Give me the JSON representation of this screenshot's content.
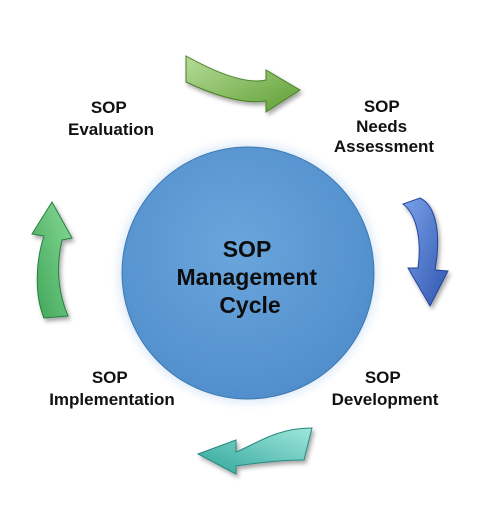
{
  "center": {
    "lines": [
      "SOP",
      "Management",
      "Cycle"
    ],
    "fill": "#5b9bd5"
  },
  "stages": [
    {
      "id": "needs-assessment",
      "lines": [
        "SOP",
        "Needs",
        "Assessment"
      ]
    },
    {
      "id": "development",
      "lines": [
        "SOP",
        "Development"
      ]
    },
    {
      "id": "implementation",
      "lines": [
        "SOP",
        "Implementation"
      ]
    },
    {
      "id": "evaluation",
      "lines": [
        "SOP",
        "Evaluation"
      ]
    }
  ],
  "arrows": [
    {
      "id": "top",
      "direction": "right",
      "color_light": "#a9d18e",
      "color_dark": "#5e9e34"
    },
    {
      "id": "right",
      "direction": "down",
      "color_light": "#7aa2e8",
      "color_dark": "#2f55b0"
    },
    {
      "id": "bottom",
      "direction": "left",
      "color_light": "#8fe0d6",
      "color_dark": "#2fa59a"
    },
    {
      "id": "left",
      "direction": "up",
      "color_light": "#7fd08d",
      "color_dark": "#2f9a4a"
    }
  ]
}
